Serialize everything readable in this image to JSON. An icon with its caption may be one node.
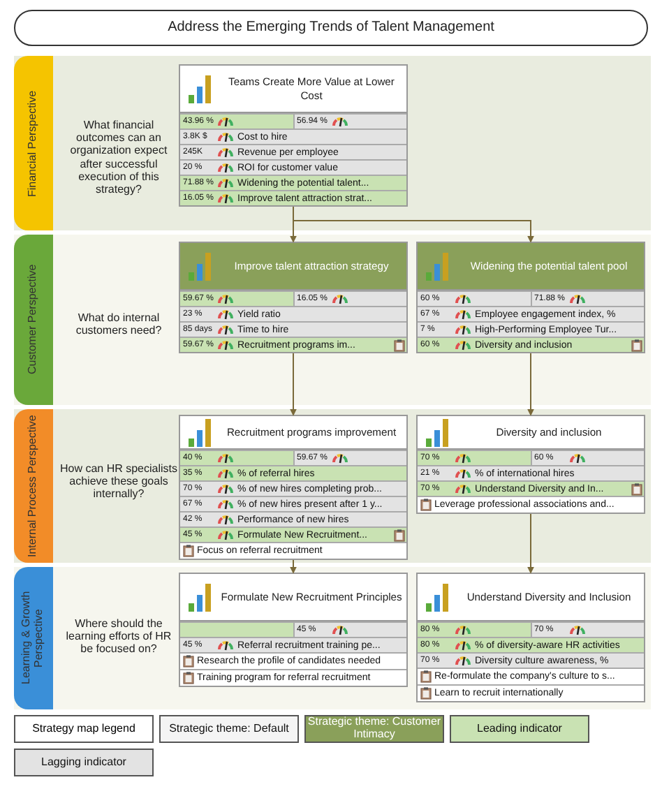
{
  "diagram": {
    "title": "Address the Emerging Trends of Talent Management",
    "nodes": [
      {
        "text": [
          "Financial Perspective",
          "What financial outcomes can an organization expect after successful execution of this strategy?"
        ]
      },
      {
        "text": [
          "Teams Create More Value at Lower Cost",
          "43.96 %",
          "56.94 %",
          "3.8K $",
          "Cost to hire",
          "245K",
          "Revenue per employee",
          "20 %",
          "ROI for customer value",
          "71.88 %",
          "Widening the potential talent...",
          "16.05 %",
          "Improve talent attraction strat..."
        ],
        "in": 0
      },
      {
        "text": [
          "Customer Perspective",
          "What do internal customers need?"
        ]
      },
      {
        "text": [
          "Improve talent attraction strategy",
          "59.67 %",
          "16.05 %",
          "23 %",
          "Yield ratio",
          "85 days",
          "Time to hire",
          "59.67 %",
          "Recruitment programs im..."
        ],
        "in": 2
      },
      {
        "text": [
          "Widening the potential talent pool",
          "60 %",
          "71.88 %",
          "67 %",
          "Employee engagement index, %",
          "7 %",
          "High-Performing Employee Tur...",
          "60 %",
          "Diversity and inclusion"
        ],
        "in": 2
      },
      {
        "text": [
          "Internal Process Perspective",
          "How can HR specialists achieve these goals internally?"
        ]
      },
      {
        "text": [
          "Recruitment programs improvement",
          "40 %",
          "59.67 %",
          "35 %",
          "% of referral hires",
          "70 %",
          "% of new hires completing prob...",
          "67 %",
          "% of new hires present after 1 y...",
          "42 %",
          "Performance of new hires",
          "45 %",
          "Formulate New Recruitment...",
          "Focus on referral recruitment"
        ],
        "in": 5
      },
      {
        "text": [
          "Diversity and inclusion",
          "70 %",
          "60 %",
          "21 %",
          "% of international hires",
          "70 %",
          "Understand Diversity and In...",
          "Leverage professional associations and..."
        ],
        "in": 5
      },
      {
        "text": [
          "Learning & Growth Perspective",
          "Where should the learning efforts of HR be focused on?"
        ]
      },
      {
        "text": [
          "Formulate New Recruitment Principles",
          "45 %",
          "45 %",
          "Referral recruitment training pe...",
          "Research the profile of candidates needed",
          "Training program for referral recruitment"
        ],
        "in": 8
      },
      {
        "text": [
          "Understand Diversity and Inclusion",
          "80 %",
          "70 %",
          "80 %",
          "% of diversity-aware HR activities",
          "70 %",
          "Diversity culture awareness, %",
          "Re-formulate the company's culture to s...",
          "Learn to recruit internationally"
        ],
        "in": 8
      }
    ],
    "edges": [
      {
        "from": 1,
        "to": 3,
        "arrow": "to"
      },
      {
        "from": 1,
        "to": 4,
        "arrow": "to"
      },
      {
        "from": 3,
        "to": 6,
        "arrow": "to"
      },
      {
        "from": 4,
        "to": 7,
        "arrow": "to"
      },
      {
        "from": 6,
        "to": 9,
        "arrow": "to"
      },
      {
        "from": 7,
        "to": 10,
        "arrow": "to"
      }
    ],
    "labels": [
      "Strategy map legend"
    ],
    "legend": [
      {
        "text": "Strategic theme: Default",
        "color": "#f4f4f4"
      },
      {
        "text": "Strategic theme: Customer Intimacy",
        "color": "#8aa05a"
      },
      {
        "text": "Leading indicator",
        "color": "#c9e2b3"
      },
      {
        "text": "Lagging indicator",
        "color": "#e3e3e3"
      }
    ]
  }
}
